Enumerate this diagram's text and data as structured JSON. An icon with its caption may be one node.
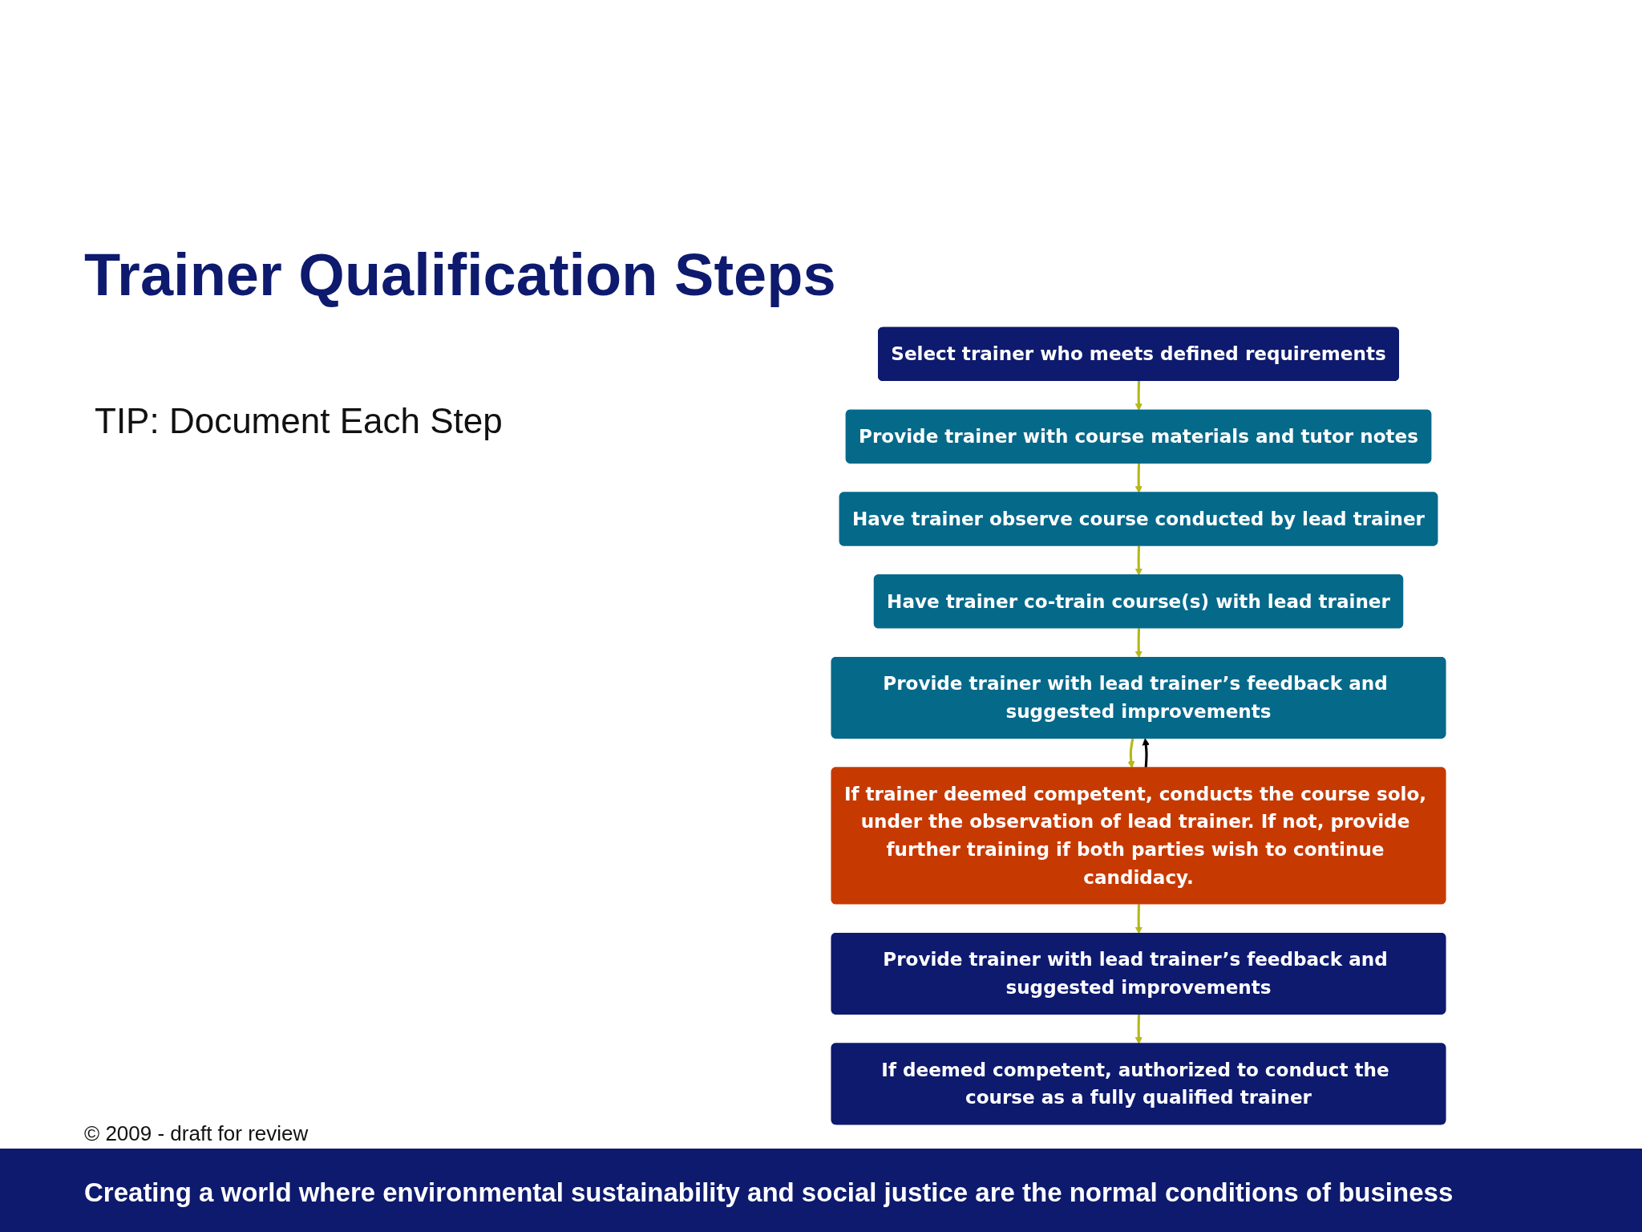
{
  "diagram": {
    "title": "Trainer Qualification Steps",
    "nodes": [
      {
        "text": [
          "Select trainer who meets defined requirements"
        ]
      },
      {
        "text": [
          "Provide trainer with course materials and tutor notes"
        ]
      },
      {
        "text": [
          "Provide trainer with lead trainer’s feedback and suggested improvements"
        ]
      },
      {
        "text": [
          "Have trainer co-train course(s) with lead trainer"
        ]
      },
      {
        "text": [
          "Have trainer observe course conducted by lead trainer"
        ]
      },
      {
        "text": [
          "If trainer deemed competent, conducts the course solo, under the observation of lead trainer. If not, provide further training if both parties wish to continue candidacy."
        ]
      },
      {
        "text": [
          "Provide trainer with lead trainer’s feedback and suggested improvements"
        ]
      },
      {
        "text": [
          "If deemed competent, authorized to conduct the course as a fully qualified trainer"
        ]
      }
    ],
    "edges": [
      {
        "from": 0,
        "to": 1,
        "arrow": "to"
      },
      {
        "from": 1,
        "to": 4,
        "arrow": "to"
      },
      {
        "from": 4,
        "to": 3,
        "arrow": "to"
      },
      {
        "from": 3,
        "to": 2,
        "arrow": "to"
      },
      {
        "from": 2,
        "to": 5,
        "arrow": "to"
      },
      {
        "from": 5,
        "to": 2,
        "arrow": "to",
        "color": "#000000"
      },
      {
        "from": 5,
        "to": 6,
        "arrow": "to"
      },
      {
        "from": 6,
        "to": 7,
        "arrow": "to"
      }
    ],
    "labels": [
      "TIP: Document Each Step",
      "© 2009 - draft for review",
      "Creating a world where environmental sustainability and social justice are the normal conditions of business"
    ]
  }
}
